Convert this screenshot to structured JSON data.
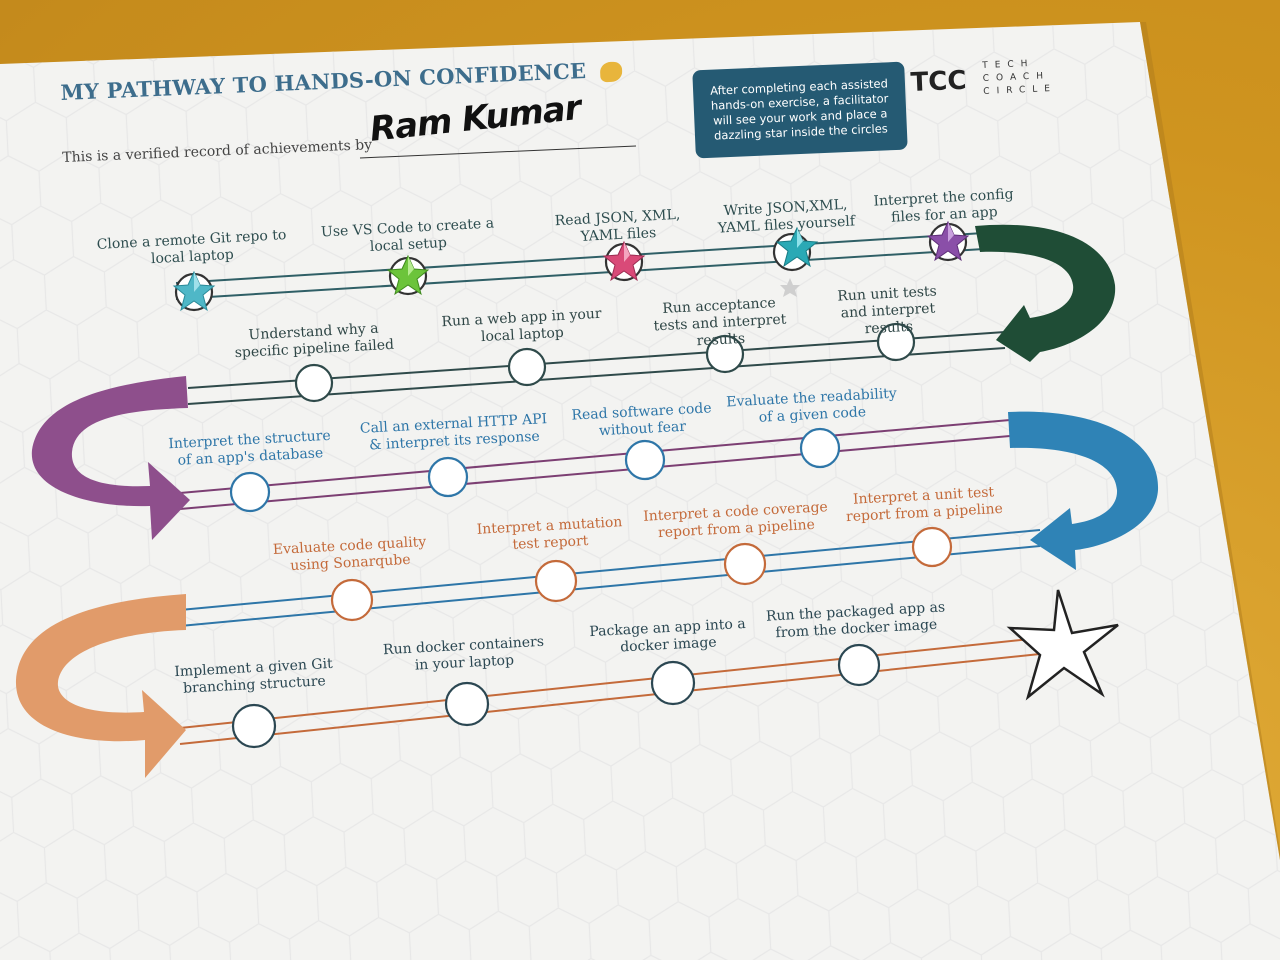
{
  "header": {
    "title": "MY PATHWAY TO HANDS-ON CONFIDENCE",
    "title_icon": "flexed-biceps-emoji",
    "subtitle": "This is a verified record of achievements by",
    "signature": "Ram Kumar"
  },
  "note": {
    "text": "After completing each assisted hands-on exercise, a facilitator will see your work and place a dazzling star inside the circles"
  },
  "logo": {
    "mark": "TCC",
    "words": [
      "TECH",
      "COACH",
      "CIRCLE"
    ]
  },
  "pathway": {
    "row1": [
      {
        "label": "Clone a remote Git repo to local laptop",
        "status": "starred",
        "star_color": "#4fb7c7"
      },
      {
        "label": "Use VS Code to create a local setup",
        "status": "starred",
        "star_color": "#6cc43b"
      },
      {
        "label": "Read JSON, XML, YAML files",
        "status": "starred",
        "star_color": "#d94a78"
      },
      {
        "label": "Write JSON,XML, YAML files yourself",
        "status": "starred",
        "star_color": "#2aa9b5"
      },
      {
        "label": "Interpret the config files for an app",
        "status": "starred",
        "star_color": "#8a4fa8"
      }
    ],
    "row2": [
      {
        "label": "Understand why a specific pipeline failed",
        "status": "empty"
      },
      {
        "label": "Run a web app in your local laptop",
        "status": "empty"
      },
      {
        "label": "Run acceptance tests and interpret results",
        "status": "empty"
      },
      {
        "label": "Run unit tests and interpret results",
        "status": "empty"
      }
    ],
    "row3": [
      {
        "label": "Interpret the structure of an app's database",
        "status": "empty"
      },
      {
        "label": "Call an external HTTP API & interpret its response",
        "status": "empty"
      },
      {
        "label": "Read software code without fear",
        "status": "empty"
      },
      {
        "label": "Evaluate the readability of a given code",
        "status": "empty"
      }
    ],
    "row4": [
      {
        "label": "Evaluate code quality using Sonarqube",
        "status": "empty"
      },
      {
        "label": "Interpret a mutation test report",
        "status": "empty"
      },
      {
        "label": "Interpret a code coverage report from a pipeline",
        "status": "empty"
      },
      {
        "label": "Interpret a unit test report from a pipeline",
        "status": "empty"
      }
    ],
    "row5": [
      {
        "label": "Implement a given Git branching structure",
        "status": "empty"
      },
      {
        "label": "Run docker containers in your laptop",
        "status": "empty"
      },
      {
        "label": "Package an app into a docker image",
        "status": "empty"
      },
      {
        "label": "Run the packaged app as from the docker image",
        "status": "empty"
      }
    ]
  },
  "colors": {
    "row1": "#2f5f66",
    "row2": "#2f4a4a",
    "row3": "#7c3f73",
    "row4": "#2e76a8",
    "row5": "#c46a3a",
    "arrow_green": "#1f4d36",
    "arrow_purple": "#8e4f8c",
    "arrow_blue": "#2f83b6",
    "arrow_orange": "#e19b6a",
    "note_bg": "#255a73",
    "title": "#3d6d8c"
  }
}
